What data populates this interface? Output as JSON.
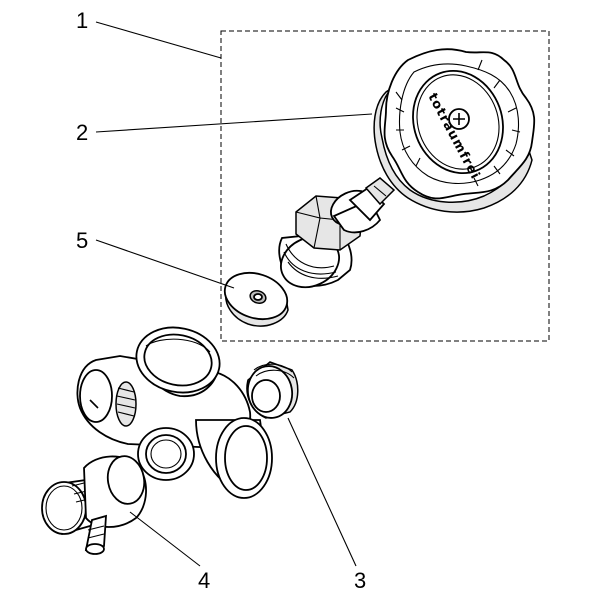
{
  "callouts": [
    {
      "id": "1",
      "label": "1"
    },
    {
      "id": "2",
      "label": "2"
    },
    {
      "id": "3",
      "label": "3"
    },
    {
      "id": "4",
      "label": "4"
    },
    {
      "id": "5",
      "label": "5"
    }
  ],
  "knob_text": "totraumfrei"
}
